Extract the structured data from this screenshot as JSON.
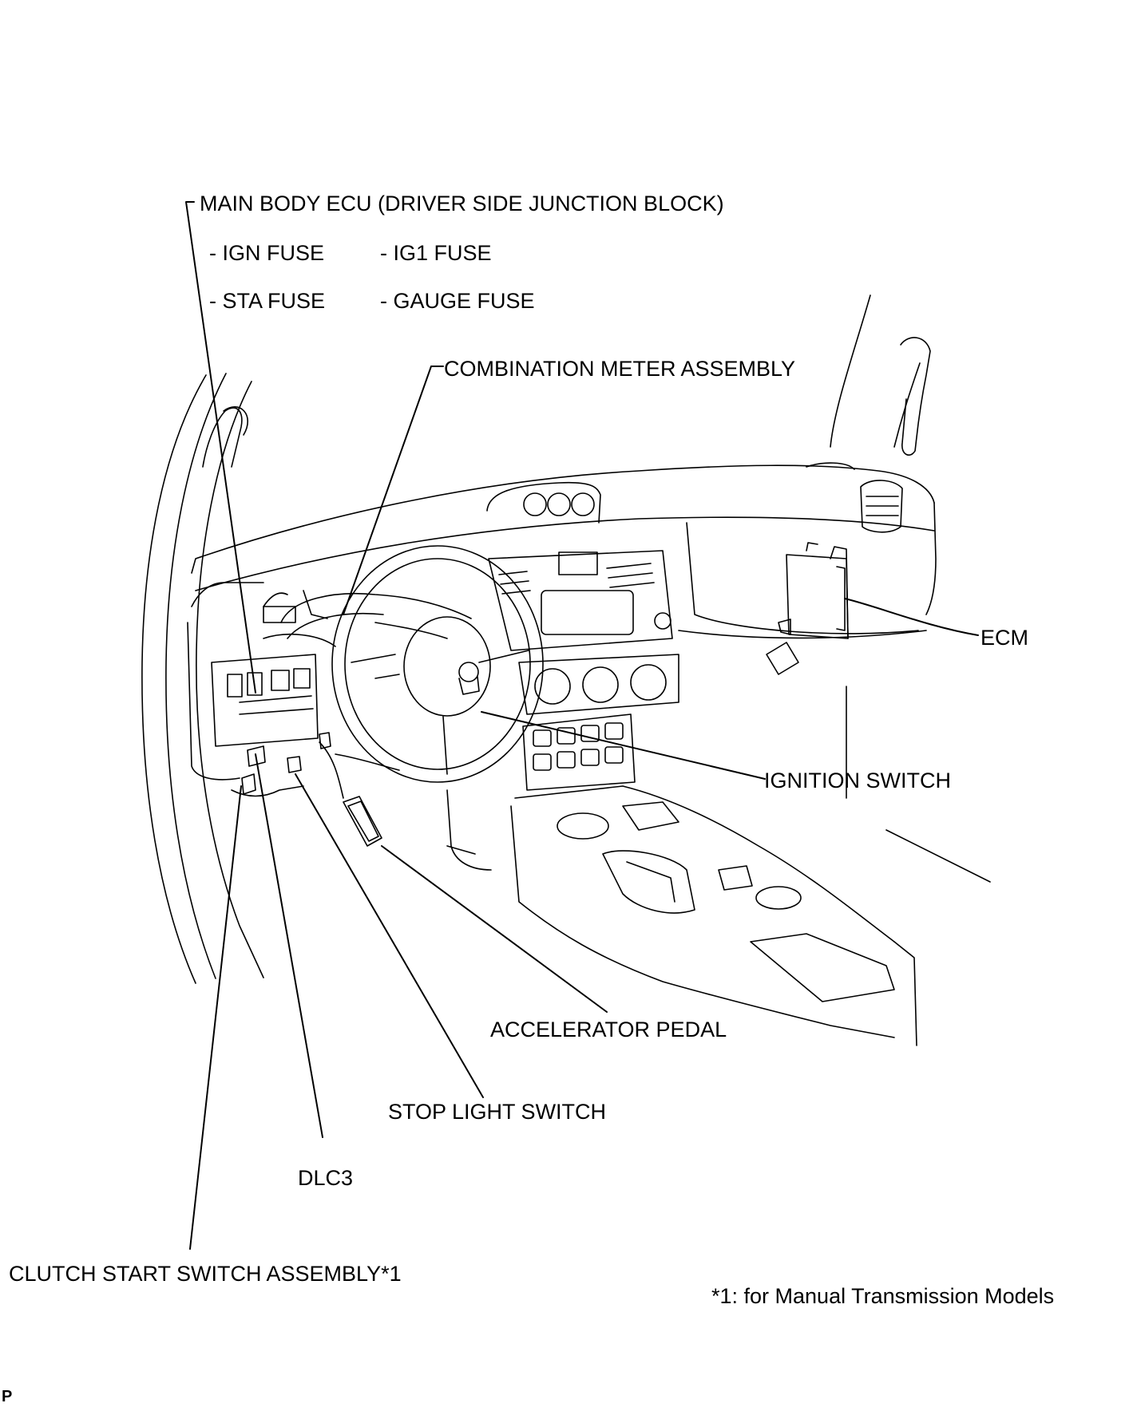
{
  "diagram": {
    "labels": {
      "main_body_ecu": "MAIN BODY ECU (DRIVER SIDE JUNCTION BLOCK)",
      "ign_fuse": "- IGN FUSE",
      "ig1_fuse": "- IG1 FUSE",
      "sta_fuse": "- STA FUSE",
      "gauge_fuse": "- GAUGE FUSE",
      "combination_meter": "COMBINATION METER ASSEMBLY",
      "ecm": "ECM",
      "ignition_switch": "IGNITION SWITCH",
      "accelerator_pedal": "ACCELERATOR PEDAL",
      "stop_light_switch": "STOP LIGHT SWITCH",
      "dlc3": "DLC3",
      "clutch_start_switch": "CLUTCH START SWITCH ASSEMBLY*1"
    },
    "footnote": "*1: for Manual Transmission Models",
    "corner_mark": "P"
  }
}
